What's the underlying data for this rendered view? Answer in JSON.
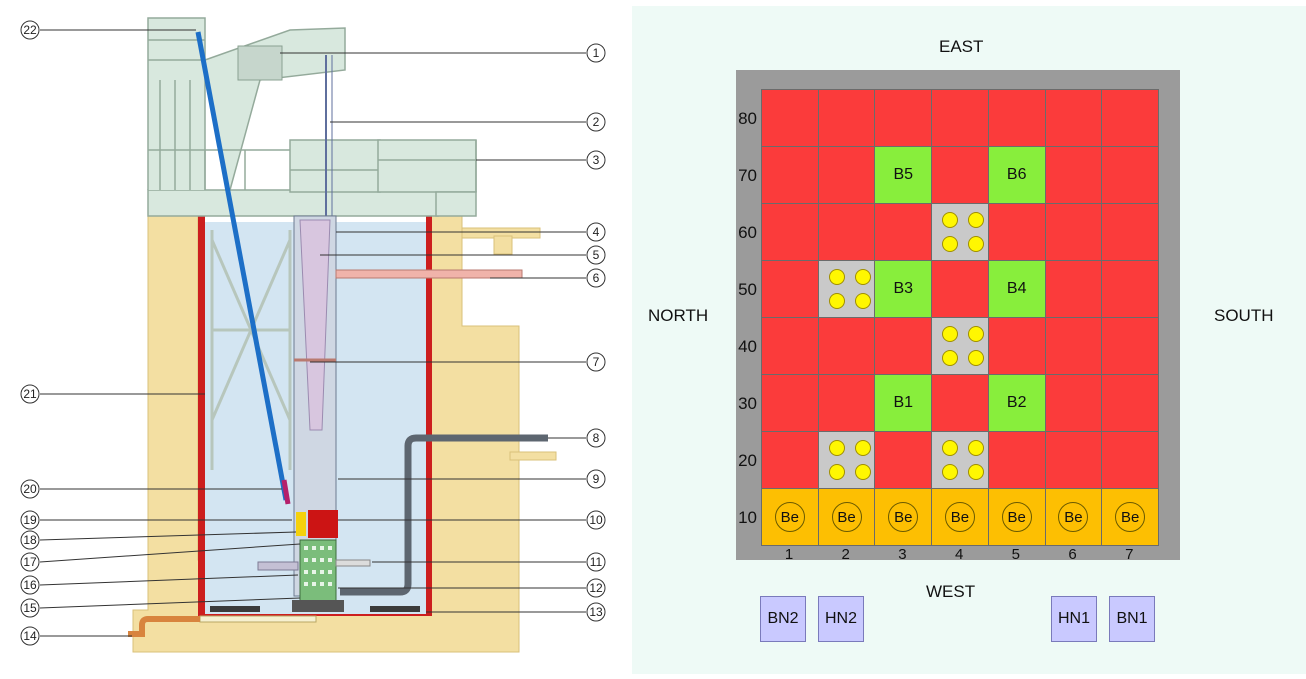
{
  "schematic": {
    "callouts": [
      "22",
      "1",
      "2",
      "3",
      "4",
      "5",
      "6",
      "7",
      "21",
      "8",
      "20",
      "9",
      "19",
      "10",
      "18",
      "17",
      "11",
      "16",
      "12",
      "15",
      "13",
      "14"
    ]
  },
  "core_map": {
    "compass": {
      "north": "NORTH",
      "south": "SOUTH",
      "east": "EAST",
      "west": "WEST"
    },
    "row_labels": [
      "80",
      "70",
      "60",
      "50",
      "40",
      "30",
      "20",
      "10"
    ],
    "col_labels": [
      "1",
      "2",
      "3",
      "4",
      "5",
      "6",
      "7"
    ],
    "grid": [
      [
        {
          "t": "red"
        },
        {
          "t": "red"
        },
        {
          "t": "red"
        },
        {
          "t": "red"
        },
        {
          "t": "red"
        },
        {
          "t": "red"
        },
        {
          "t": "red"
        }
      ],
      [
        {
          "t": "red"
        },
        {
          "t": "red"
        },
        {
          "t": "green",
          "label": "B5"
        },
        {
          "t": "red"
        },
        {
          "t": "green",
          "label": "B6"
        },
        {
          "t": "red"
        },
        {
          "t": "red"
        }
      ],
      [
        {
          "t": "red"
        },
        {
          "t": "red"
        },
        {
          "t": "red"
        },
        {
          "t": "grey"
        },
        {
          "t": "red"
        },
        {
          "t": "red"
        },
        {
          "t": "red"
        }
      ],
      [
        {
          "t": "red"
        },
        {
          "t": "grey"
        },
        {
          "t": "green",
          "label": "B3"
        },
        {
          "t": "red"
        },
        {
          "t": "green",
          "label": "B4"
        },
        {
          "t": "red"
        },
        {
          "t": "red"
        }
      ],
      [
        {
          "t": "red"
        },
        {
          "t": "red"
        },
        {
          "t": "red"
        },
        {
          "t": "grey"
        },
        {
          "t": "red"
        },
        {
          "t": "red"
        },
        {
          "t": "red"
        }
      ],
      [
        {
          "t": "red"
        },
        {
          "t": "red"
        },
        {
          "t": "green",
          "label": "B1"
        },
        {
          "t": "red"
        },
        {
          "t": "green",
          "label": "B2"
        },
        {
          "t": "red"
        },
        {
          "t": "red"
        }
      ],
      [
        {
          "t": "red"
        },
        {
          "t": "grey"
        },
        {
          "t": "red"
        },
        {
          "t": "grey"
        },
        {
          "t": "red"
        },
        {
          "t": "red"
        },
        {
          "t": "red"
        }
      ],
      [
        {
          "t": "orange",
          "label": "Be"
        },
        {
          "t": "orange",
          "label": "Be"
        },
        {
          "t": "orange",
          "label": "Be"
        },
        {
          "t": "orange",
          "label": "Be"
        },
        {
          "t": "orange",
          "label": "Be"
        },
        {
          "t": "orange",
          "label": "Be"
        },
        {
          "t": "orange",
          "label": "Be"
        }
      ]
    ],
    "external_positions": [
      "BN2",
      "HN2",
      "HN1",
      "BN1"
    ],
    "colors": {
      "fuel": "#fb3b3b",
      "beryllium_block": "#88ee3c",
      "irradiation_channel": "#c9c9c9",
      "beryllium_reflector": "#fdbf02",
      "channel_dot": "#fff701",
      "external": "#c9c9ff",
      "frame": "#9b9b9b"
    }
  }
}
